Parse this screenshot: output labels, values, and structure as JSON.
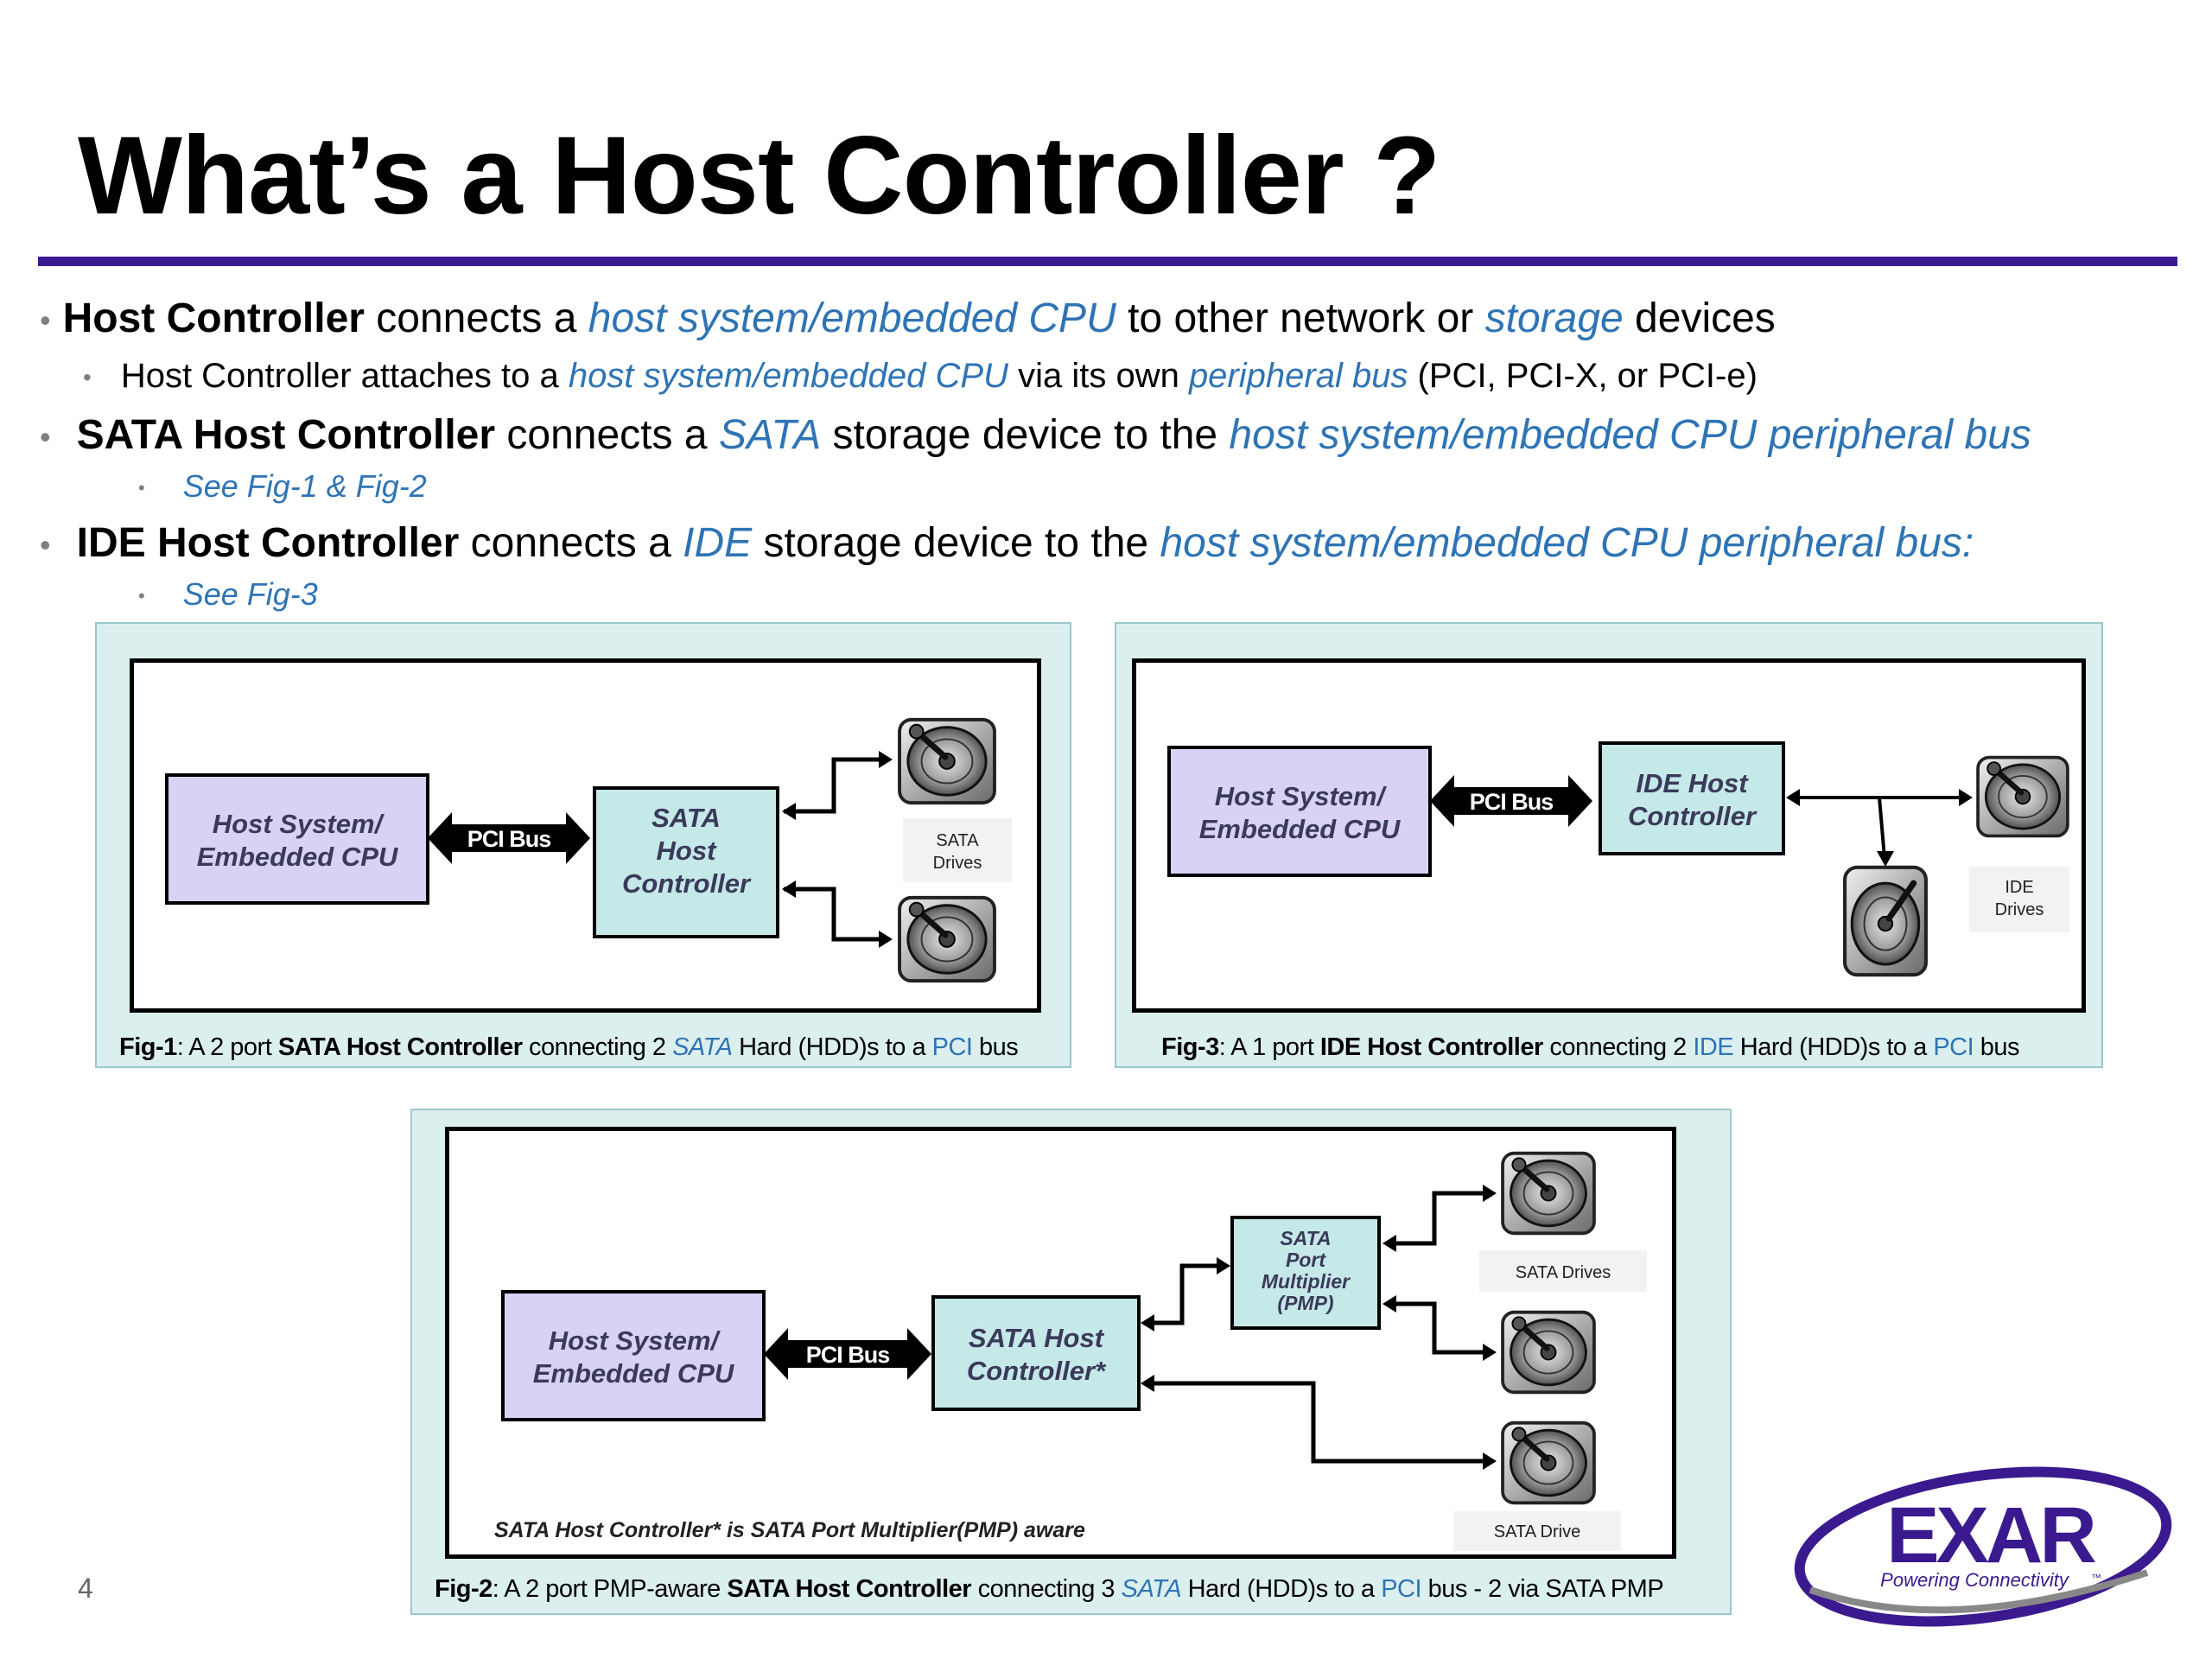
{
  "slide": {
    "title": "What’s a Host Controller ?",
    "page_number": "4"
  },
  "bullets": {
    "b1": {
      "bold": "Host Controller",
      "t1": " connects a ",
      "em1": "host system/embedded CPU",
      "t2": " to other network or ",
      "em2": "storage",
      "t3": " devices"
    },
    "b1_sub": {
      "t1": "Host Controller attaches to a ",
      "em1": "host system/embedded CPU",
      "t2": " via its own ",
      "em2": "peripheral bus",
      "t3": " (PCI, PCI-X, or PCI-e)"
    },
    "b2": {
      "bold": "SATA Host Controller",
      "t1": " connects a ",
      "em1": "SATA",
      "t2": " storage device to the ",
      "em2": "host system/embedded CPU peripheral bus"
    },
    "b2_sub": {
      "em": "See Fig-1 & Fig-2"
    },
    "b3": {
      "bold": "IDE Host Controller",
      "t1": " connects a ",
      "em1": "IDE",
      "t2": " storage device to the ",
      "em2": "host system/embedded CPU peripheral bus:"
    },
    "b3_sub": {
      "em": "See Fig-3"
    }
  },
  "fig1": {
    "host_line1": "Host System/",
    "host_line2": "Embedded CPU",
    "bus": "PCI Bus",
    "ctrl_line1": "SATA",
    "ctrl_line2": "Host",
    "ctrl_line3": "Controller",
    "drives_line1": "SATA",
    "drives_line2": "Drives",
    "caption": {
      "fig": "Fig-1",
      "t1": ": A 2 port ",
      "bold": "SATA Host Controller",
      "t2": " connecting 2 ",
      "sata": "SATA",
      "t3": " Hard (HDD)s to a ",
      "pci": "PCI",
      "t4": " bus"
    }
  },
  "fig3": {
    "host_line1": "Host System/",
    "host_line2": "Embedded CPU",
    "bus": "PCI Bus",
    "ctrl_line1": "IDE Host",
    "ctrl_line2": "Controller",
    "drives_line1": "IDE",
    "drives_line2": "Drives",
    "caption": {
      "fig": "Fig-3",
      "t1": ": A 1 port ",
      "bold": "IDE Host Controller",
      "t2": " connecting 2 ",
      "ide": "IDE",
      "t3": " Hard (HDD)s to a ",
      "pci": "PCI",
      "t4": " bus"
    }
  },
  "fig2": {
    "host_line1": "Host System/",
    "host_line2": "Embedded CPU",
    "bus": "PCI Bus",
    "ctrl_line1": "SATA Host",
    "ctrl_line2": "Controller*",
    "pmp_line1": "SATA",
    "pmp_line2": "Port",
    "pmp_line3": "Multiplier",
    "pmp_line4": "(PMP)",
    "drives_label_top": "SATA Drives",
    "drive_label_bottom": "SATA Drive",
    "note": "SATA Host Controller*  is SATA Port Multiplier(PMP)  aware",
    "caption": {
      "fig": "Fig-2",
      "t1": ": A 2 port PMP-aware ",
      "bold": "SATA Host Controller",
      "t2": " connecting 3 ",
      "sata": "SATA",
      "t3": " Hard (HDD)s to a ",
      "pci": "PCI",
      "t4": " bus - 2 via SATA PMP"
    }
  },
  "logo": {
    "brand": "EXAR",
    "tagline": "Powering Connectivity",
    "tm": "™"
  },
  "colors": {
    "accent_blue": "#2e74b5",
    "rule_purple": "#3b1a8f",
    "host_box": "#d9d2f5",
    "controller_box": "#c5e8e8",
    "panel_bg": "#dcefef"
  },
  "icons": [
    "hard-drive-icon",
    "double-arrow-icon"
  ]
}
